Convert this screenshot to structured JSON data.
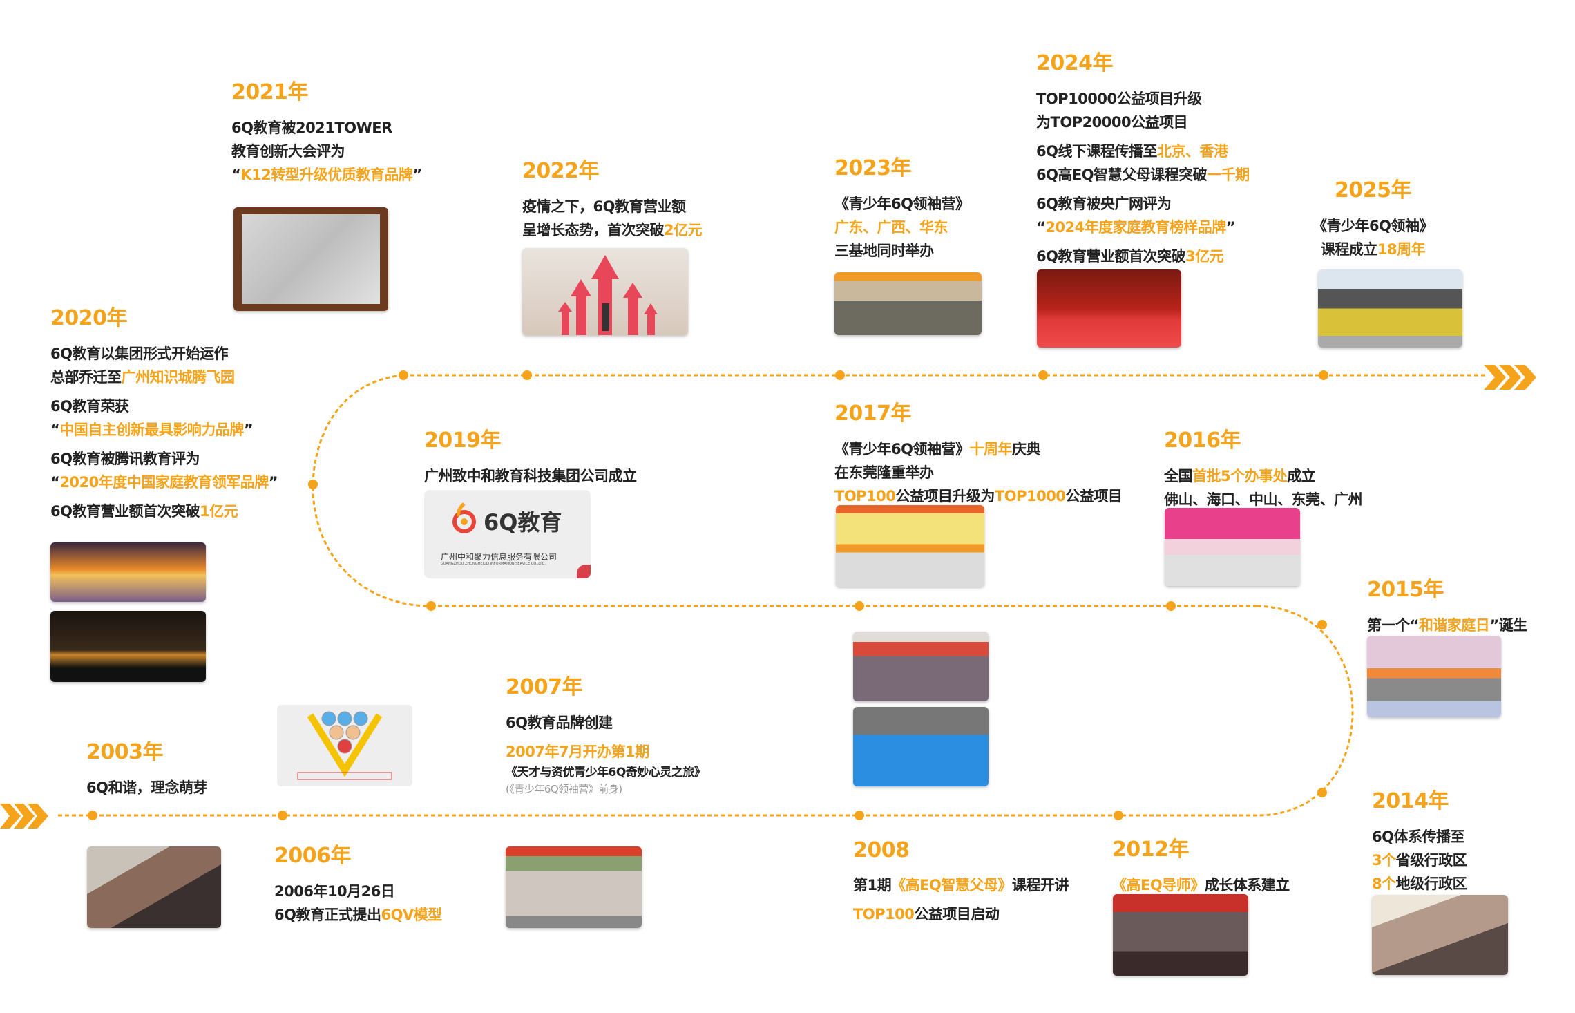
{
  "colors": {
    "accent": "#f5a31a",
    "text": "#222222"
  },
  "events": {
    "2021": {
      "year": "2021年",
      "groups": [
        [
          [
            {
              "t": "6Q教育被2021TOWER"
            }
          ],
          [
            {
              "t": "教育创新大会评为"
            }
          ],
          [
            {
              "t": "“"
            },
            {
              "t": "K12转型升级优质教育品牌",
              "hl": true
            },
            {
              "t": "”"
            }
          ]
        ]
      ]
    },
    "2022": {
      "year": "2022年",
      "groups": [
        [
          [
            {
              "t": "疫情之下，6Q教育营业额"
            }
          ],
          [
            {
              "t": "呈增长态势，首次突破"
            },
            {
              "t": "2亿元",
              "hl": true
            }
          ]
        ]
      ]
    },
    "2023": {
      "year": "2023年",
      "groups": [
        [
          [
            {
              "t": "《青少年6Q领袖营》"
            }
          ],
          [
            {
              "t": "广东、广西、华东",
              "hl": true
            }
          ],
          [
            {
              "t": "三基地同时举办"
            }
          ]
        ]
      ]
    },
    "2024": {
      "year": "2024年",
      "groups": [
        [
          [
            {
              "t": "TOP10000公益项目升级"
            }
          ],
          [
            {
              "t": "为TOP20000公益项目"
            }
          ]
        ],
        [
          [
            {
              "t": "6Q线下课程传播至"
            },
            {
              "t": "北京、香港",
              "hl": true
            }
          ],
          [
            {
              "t": "6Q高EQ智慧父母课程突破"
            },
            {
              "t": "一千期",
              "hl": true
            }
          ]
        ],
        [
          [
            {
              "t": "6Q教育被央广网评为"
            }
          ],
          [
            {
              "t": "“"
            },
            {
              "t": "2024年度家庭教育榜样品牌",
              "hl": true
            },
            {
              "t": "”"
            }
          ]
        ],
        [
          [
            {
              "t": "6Q教育营业额首次突破"
            },
            {
              "t": "3亿元",
              "hl": true
            }
          ]
        ]
      ]
    },
    "2025": {
      "year": "2025年",
      "groups": [
        [
          [
            {
              "t": "《青少年6Q领袖》"
            }
          ],
          [
            {
              "t": "课程成立"
            },
            {
              "t": "18周年",
              "hl": true
            }
          ]
        ]
      ]
    },
    "2020": {
      "year": "2020年",
      "groups": [
        [
          [
            {
              "t": "6Q教育以集团形式开始运作"
            }
          ],
          [
            {
              "t": "总部乔迁至"
            },
            {
              "t": "广州知识城腾飞园",
              "hl": true
            }
          ]
        ],
        [
          [
            {
              "t": "6Q教育荣获"
            }
          ],
          [
            {
              "t": "“"
            },
            {
              "t": "中国自主创新最具影响力品牌",
              "hl": true
            },
            {
              "t": "”"
            }
          ]
        ],
        [
          [
            {
              "t": "6Q教育被腾讯教育评为"
            }
          ],
          [
            {
              "t": "“"
            },
            {
              "t": "2020年度中国家庭教育领军品牌",
              "hl": true
            },
            {
              "t": "”"
            }
          ]
        ],
        [
          [
            {
              "t": "6Q教育营业额首次突破"
            },
            {
              "t": "1亿元",
              "hl": true
            }
          ]
        ]
      ]
    },
    "2019": {
      "year": "2019年",
      "groups": [
        [
          [
            {
              "t": "广州致中和教育科技集团公司成立"
            }
          ]
        ]
      ]
    },
    "2017": {
      "year": "2017年",
      "groups": [
        [
          [
            {
              "t": "《青少年6Q领袖营》"
            },
            {
              "t": "十周年",
              "hl": true
            },
            {
              "t": "庆典"
            }
          ],
          [
            {
              "t": "在东莞隆重举办"
            }
          ],
          [
            {
              "t": "TOP100",
              "hl": true
            },
            {
              "t": "公益项目升级为"
            },
            {
              "t": "TOP1000",
              "hl": true
            },
            {
              "t": "公益项目"
            }
          ]
        ]
      ]
    },
    "2016": {
      "year": "2016年",
      "groups": [
        [
          [
            {
              "t": "全国"
            },
            {
              "t": "首批5个办事处",
              "hl": true
            },
            {
              "t": "成立"
            }
          ],
          [
            {
              "t": "佛山、海口、中山、东莞、广州"
            }
          ]
        ]
      ]
    },
    "2015": {
      "year": "2015年",
      "groups": [
        [
          [
            {
              "t": "第一个“"
            },
            {
              "t": "和谐家庭日",
              "hl": true
            },
            {
              "t": "”诞生"
            }
          ]
        ]
      ]
    },
    "2014": {
      "year": "2014年",
      "groups": [
        [
          [
            {
              "t": "6Q体系传播至"
            }
          ],
          [
            {
              "t": "3个",
              "hl": true
            },
            {
              "t": "省级行政区"
            }
          ],
          [
            {
              "t": "8个",
              "hl": true
            },
            {
              "t": "地级行政区"
            }
          ]
        ]
      ]
    },
    "2007": {
      "year": "2007年",
      "groups": [
        [
          [
            {
              "t": "6Q教育品牌创建"
            }
          ]
        ],
        [
          [
            {
              "t": "2007年7月开办第1期",
              "hl": true
            }
          ],
          [
            {
              "t": "《天才与资优青少年6Q奇妙心灵之旅》",
              "cls": "small"
            }
          ],
          [
            {
              "t": "(《青少年6Q领袖营》前身)",
              "cls": "note"
            }
          ]
        ]
      ]
    },
    "2003": {
      "year": "2003年",
      "groups": [
        [
          [
            {
              "t": "6Q和谐，理念萌芽"
            }
          ]
        ]
      ]
    },
    "2006": {
      "year": "2006年",
      "groups": [
        [
          [
            {
              "t": "2006年10月26日"
            }
          ],
          [
            {
              "t": "6Q教育正式提出"
            },
            {
              "t": "6QV模型",
              "hl": true
            }
          ]
        ]
      ]
    },
    "2008": {
      "year": "2008",
      "groups": [
        [
          [
            {
              "t": "第1期"
            },
            {
              "t": "《高EQ智慧父母》",
              "hl": true
            },
            {
              "t": "课程开讲"
            }
          ]
        ],
        [
          [
            {
              "t": "TOP100",
              "hl": true
            },
            {
              "t": "公益项目启动"
            }
          ]
        ]
      ]
    },
    "2012": {
      "year": "2012年",
      "groups": [
        [
          [
            {
              "t": "《高EQ导师》",
              "hl": true
            },
            {
              "t": "成长体系建立"
            }
          ]
        ]
      ]
    }
  },
  "logo": {
    "name": "6Q教育",
    "company": "广州中和聚力信息服务有限公司",
    "company_en": "GUANGZHOU ZHONGHEJULI INFORMATION SERVICE CO.,LTD."
  }
}
